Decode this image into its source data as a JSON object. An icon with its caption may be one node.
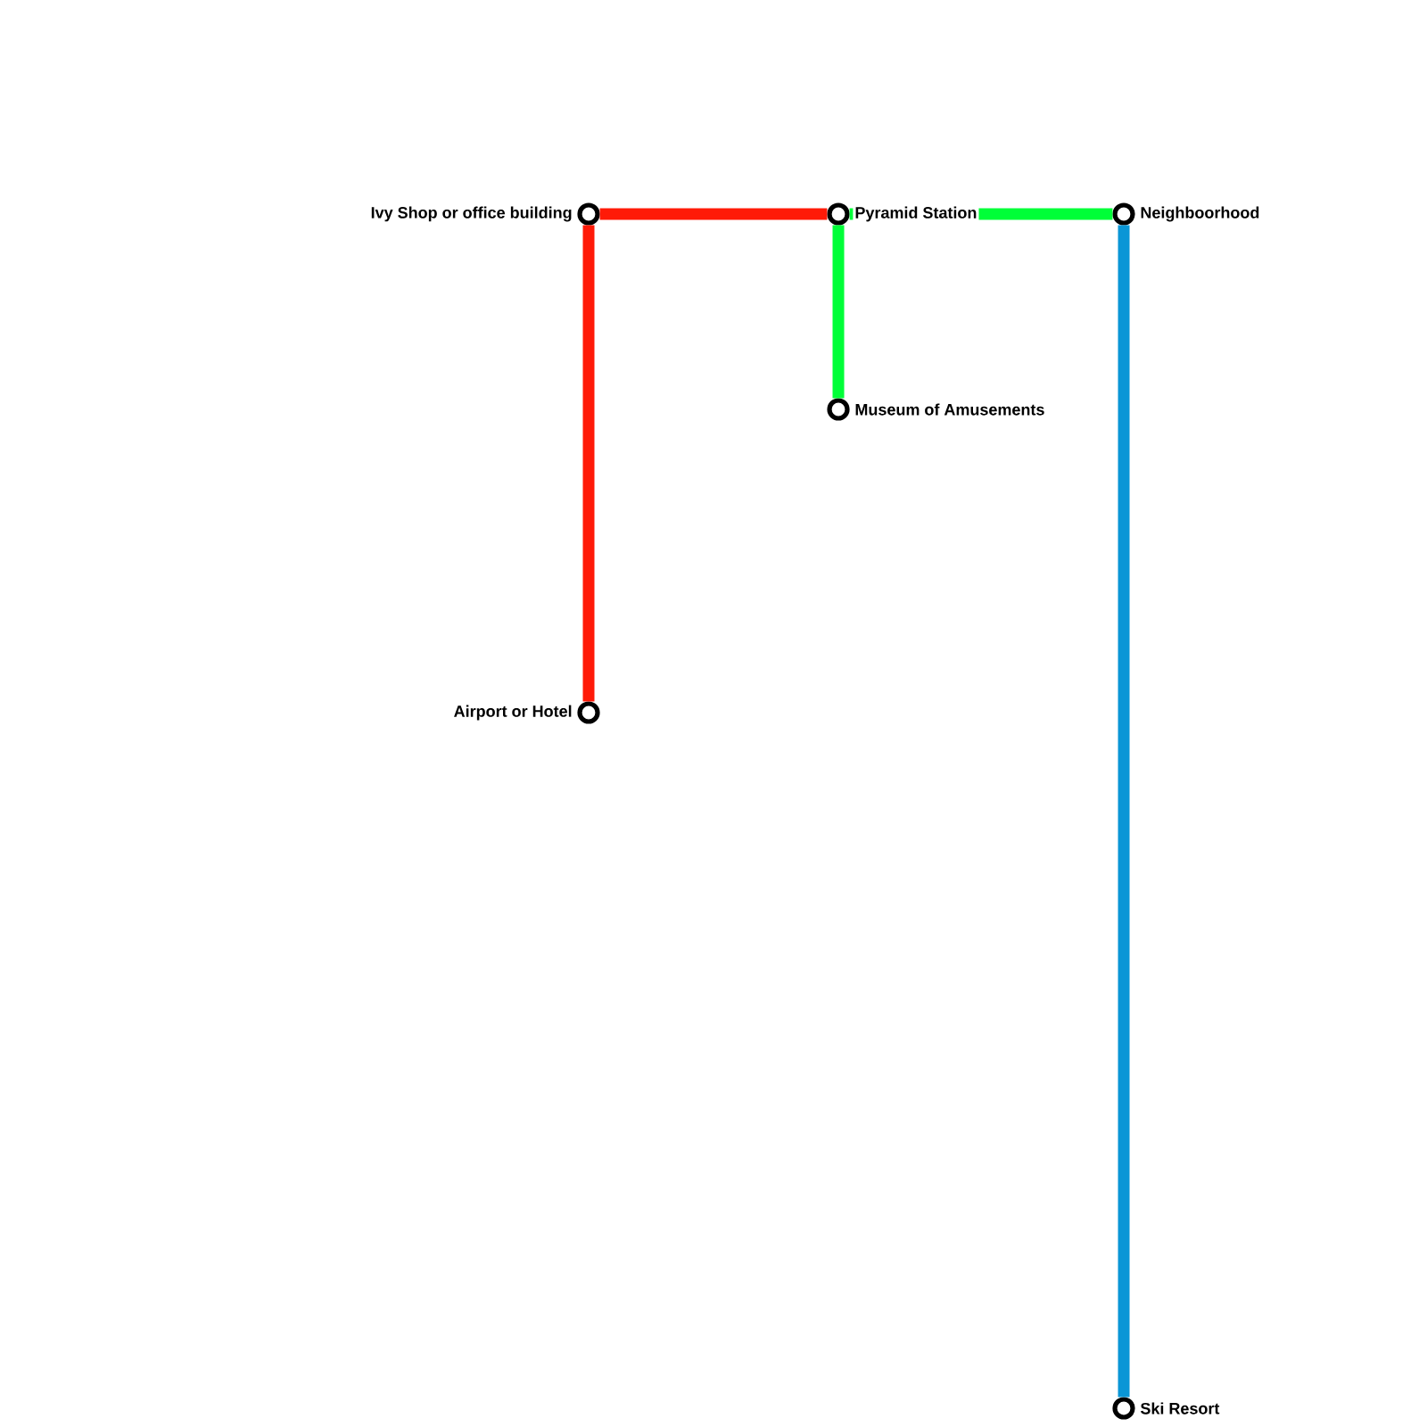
{
  "diagram": {
    "nodes": [
      {
        "text": [],
        "shape": "circle",
        "beside": [
          "Ivy Shop or office building"
        ]
      },
      {
        "text": [],
        "shape": "circle",
        "beside": [
          "Pyramid Station"
        ]
      },
      {
        "text": [],
        "shape": "circle",
        "beside": [
          "Neighboorhood"
        ]
      },
      {
        "text": [],
        "shape": "circle",
        "beside": [
          "Museum of Amusements"
        ]
      },
      {
        "text": [],
        "shape": "circle",
        "beside": [
          "Airport or Hotel"
        ]
      },
      {
        "text": [],
        "shape": "circle",
        "beside": [
          "Ski Resort"
        ]
      }
    ],
    "edges": [
      {
        "from": 0,
        "to": 1,
        "arrow": "none",
        "color": "#ff1a08"
      },
      {
        "from": 0,
        "to": 4,
        "arrow": "none",
        "color": "#ff1a08"
      },
      {
        "from": 1,
        "to": 2,
        "arrow": "none",
        "color": "#00ff38"
      },
      {
        "from": 1,
        "to": 3,
        "arrow": "none",
        "color": "#00ff38"
      },
      {
        "from": 2,
        "to": 5,
        "arrow": "none",
        "color": "#0a96d6"
      }
    ]
  }
}
